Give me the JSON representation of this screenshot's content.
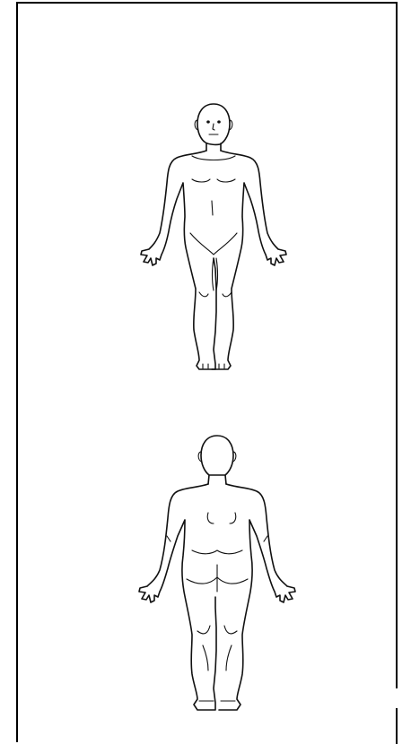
{
  "chart_body_diagram": {
    "views": [
      {
        "id": "front",
        "view": "anterior",
        "figure": "front-body-outline"
      },
      {
        "id": "back",
        "view": "posterior",
        "figure": "back-body-outline"
      }
    ],
    "colors": {
      "background": "#ffffff",
      "line": "#111111",
      "frame": "#000000"
    }
  }
}
